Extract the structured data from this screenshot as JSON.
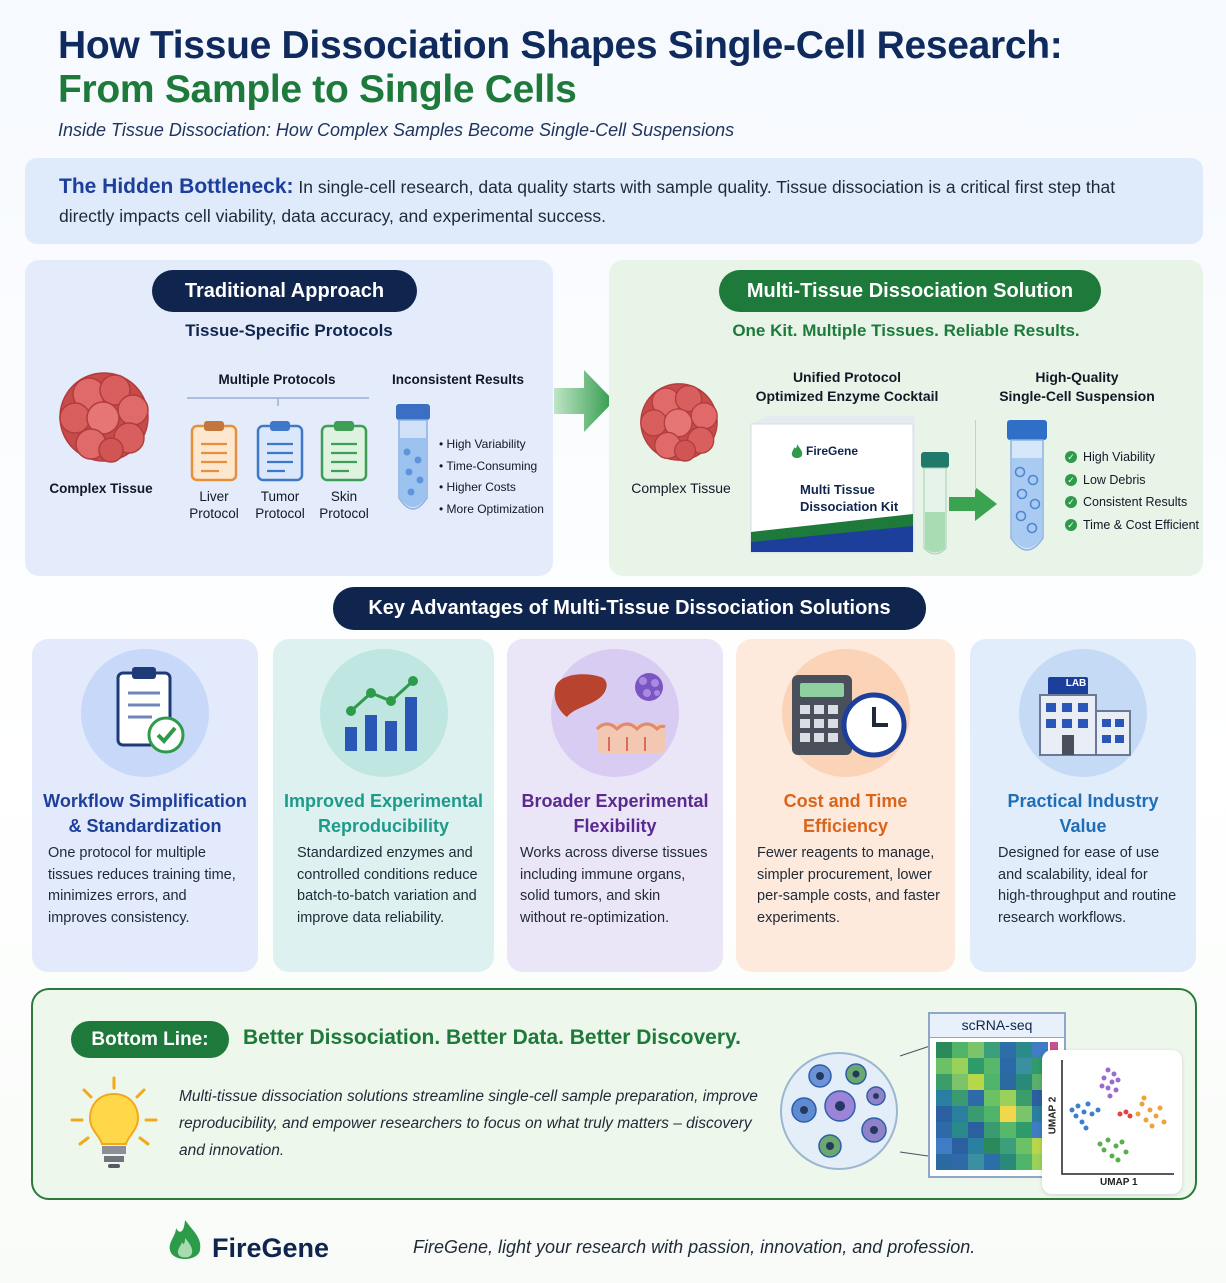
{
  "header": {
    "title_line1": "How Tissue Dissociation Shapes Single-Cell Research:",
    "title_line2": "From Sample to Single Cells",
    "subtitle": "Inside Tissue Dissociation: How Complex Samples Become Single-Cell Suspensions"
  },
  "bottleneck": {
    "heading": "The Hidden Bottleneck:",
    "text": " In single-cell research, data quality starts with sample quality. Tissue dissociation is a critical first step that directly impacts cell viability, data accuracy, and experimental success."
  },
  "traditional": {
    "pill": "Traditional Approach",
    "subheading": "Tissue-Specific Protocols",
    "tissue_label": "Complex Tissue",
    "protocols_label": "Multiple Protocols",
    "protocols": [
      {
        "line1": "Liver",
        "line2": "Protocol"
      },
      {
        "line1": "Tumor",
        "line2": "Protocol"
      },
      {
        "line1": "Skin",
        "line2": "Protocol"
      }
    ],
    "results_label": "Inconsistent Results",
    "bullets": [
      "• High Variability",
      "• Time-Consuming",
      "• Higher Costs",
      "• More Optimization"
    ]
  },
  "solution": {
    "pill": "Multi-Tissue Dissociation Solution",
    "subheading": "One Kit. Multiple Tissues. Reliable Results.",
    "tissue_label": "Complex Tissue",
    "unified_line1": "Unified Protocol",
    "unified_line2": "Optimized Enzyme Cocktail",
    "kit_brand": "FireGene",
    "kit_name_line1": "Multi Tissue",
    "kit_name_line2": "Dissociation Kit",
    "hq_line1": "High-Quality",
    "hq_line2": "Single-Cell Suspension",
    "checks": [
      "High Viability",
      "Low Debris",
      "Consistent Results",
      "Time & Cost Efficient"
    ]
  },
  "advantages": {
    "pill": "Key Advantages of Multi-Tissue Dissociation Solutions",
    "cards": [
      {
        "title_line1": "Workflow Simplification",
        "title_line2": "& Standardization",
        "body": "One protocol for multiple tissues reduces training time, minimizes errors, and improves consistency.",
        "icon": "clipboard-check-icon",
        "color": "#1d3f9c"
      },
      {
        "title_line1": "Improved Experimental",
        "title_line2": "Reproducibility",
        "body": "Standardized enzymes and controlled conditions reduce batch-to-batch variation and improve data reliability.",
        "icon": "bar-chart-icon",
        "color": "#1e9a8a"
      },
      {
        "title_line1": "Broader Experimental",
        "title_line2": "Flexibility",
        "body": "Works across diverse tissues including immune organs, solid tumors, and skin without re-optimization.",
        "icon": "tissues-icon",
        "color": "#5b2a8e"
      },
      {
        "title_line1": "Cost and Time",
        "title_line2": "Efficiency",
        "body": "Fewer reagents to manage, simpler procurement, lower per-sample costs, and faster experiments.",
        "icon": "calculator-clock-icon",
        "color": "#d9641c"
      },
      {
        "title_line1": "Practical Industry",
        "title_line2": "Value",
        "body": "Designed for ease of use and scalability, ideal for high-throughput and routine research workflows.",
        "icon": "lab-building-icon",
        "color": "#1f6fb8"
      }
    ]
  },
  "bottom_line": {
    "pill": "Bottom Line:",
    "headline": "Better Dissociation. Better Data. Better Discovery.",
    "body": "Multi-tissue dissociation solutions streamline single-cell sample preparation, improve reproducibility, and empower researchers to focus on what truly matters – discovery and innovation.",
    "heatmap_label": "scRNA-seq",
    "umap_x": "UMAP 1",
    "umap_y": "UMAP 2",
    "lab_sign": "LAB"
  },
  "footer": {
    "brand": "FireGene",
    "tagline": "FireGene, light your research with passion, innovation, and profession."
  },
  "colors": {
    "navy": "#10254d",
    "green": "#1e7a3a",
    "accent_blue": "#1d3f9c"
  }
}
